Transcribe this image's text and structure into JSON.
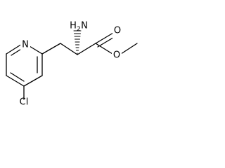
{
  "molecule": {
    "atoms": {
      "nitrogen_ring": "N",
      "amine": "H",
      "amine_subscript": "2",
      "amine_n": "N",
      "carbonyl_o": "O",
      "ester_o": "O",
      "chlorine": "Cl"
    }
  }
}
